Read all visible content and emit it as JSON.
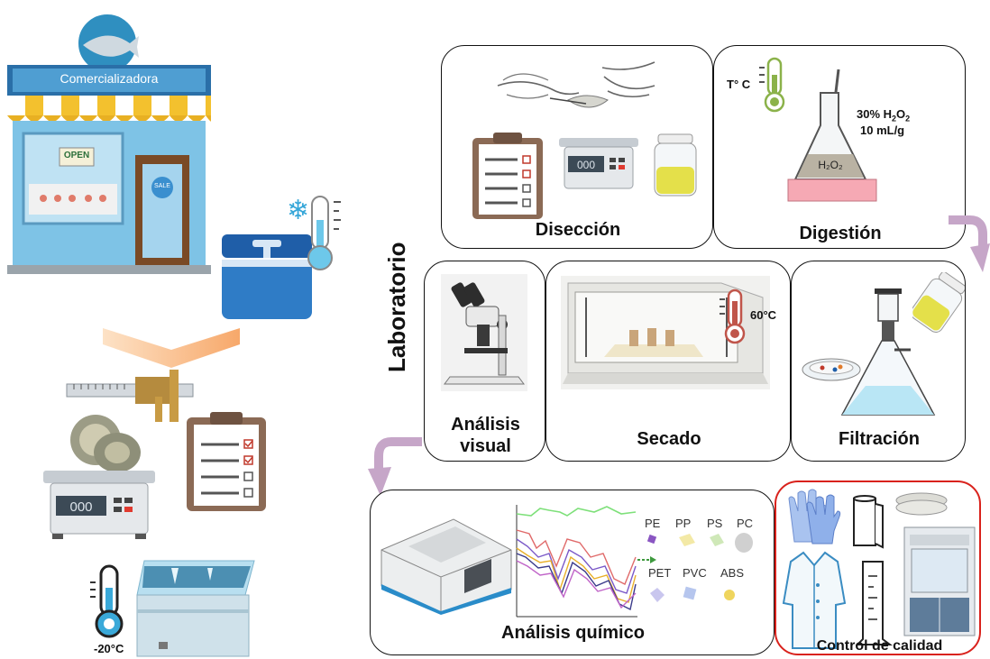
{
  "store": {
    "sign": "Comercializadora",
    "open_sign": "OPEN",
    "door_sticker": "SALE"
  },
  "freezer": {
    "temperature": "-20°C"
  },
  "lab": {
    "title": "Laboratorio"
  },
  "panels": {
    "diseccion": "Disección",
    "digestion": {
      "label": "Digestión",
      "temp": "T° C",
      "reagent": "30% H2O2",
      "ratio": "10 mL/g",
      "flask_label": "H2O2"
    },
    "analisis_visual": {
      "line1": "Análisis",
      "line2": "visual"
    },
    "secado": {
      "label": "Secado",
      "temp": "60°C"
    },
    "filtracion": "Filtración",
    "analisis_quimico": {
      "label": "Análisis químico",
      "polymers_row1": [
        "PE",
        "PP",
        "PS",
        "PC"
      ],
      "polymers_row2": [
        "PET",
        "PVC",
        "ABS"
      ]
    },
    "control_calidad": "Control de calidad"
  },
  "colors": {
    "arrow_purple": "#c6a6c8",
    "qc_border": "#d9221c",
    "store_blue": "#5aa9d6",
    "cooler_blue": "#2f78c4",
    "liquid_yellow": "#e4e04a"
  }
}
